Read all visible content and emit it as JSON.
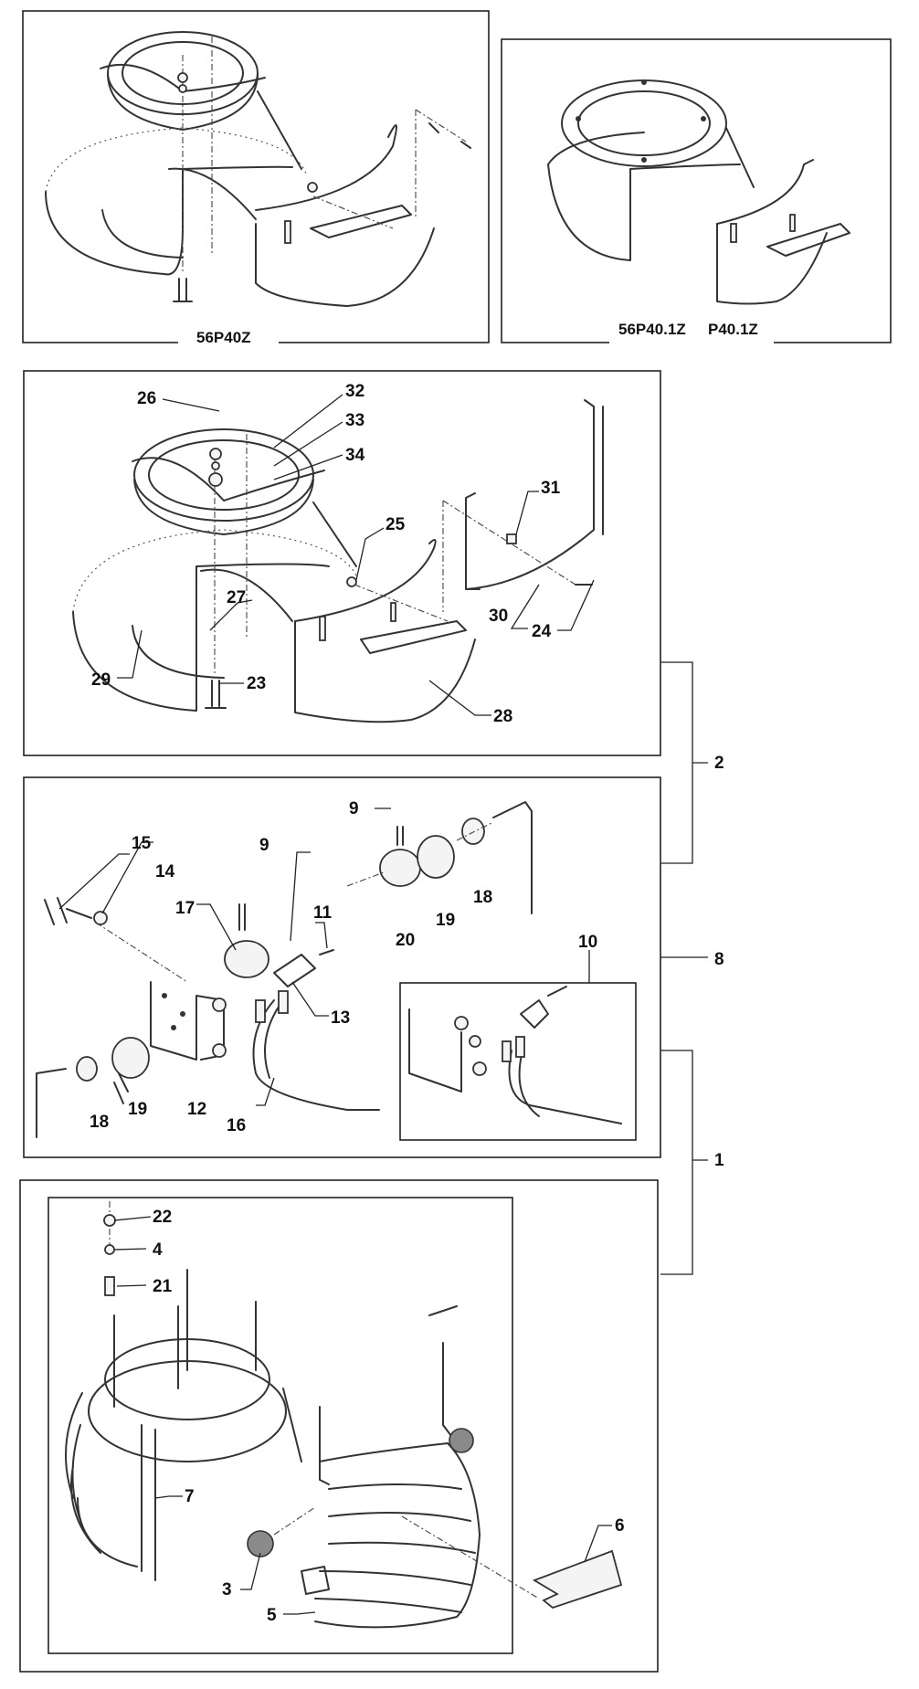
{
  "model_labels": {
    "a": "56P40Z",
    "b": "56P40.1Z",
    "c": "P40.1Z"
  },
  "callouts": {
    "c1": "1",
    "c2": "2",
    "c3": "3",
    "c4": "4",
    "c5": "5",
    "c6": "6",
    "c7": "7",
    "c8": "8",
    "c9a": "9",
    "c9b": "9",
    "c10": "10",
    "c11": "11",
    "c12": "12",
    "c13": "13",
    "c14": "14",
    "c15": "15",
    "c16": "16",
    "c17": "17",
    "c18a": "18",
    "c18b": "18",
    "c19a": "19",
    "c19b": "19",
    "c20": "20",
    "c21": "21",
    "c22": "22",
    "c23": "23",
    "c24": "24",
    "c25": "25",
    "c26": "26",
    "c27": "27",
    "c28": "28",
    "c29": "29",
    "c30": "30",
    "c31": "31",
    "c32": "32",
    "c33": "33",
    "c34": "34"
  },
  "colors": {
    "line": "#333333",
    "ball": "#8a8a8a"
  }
}
